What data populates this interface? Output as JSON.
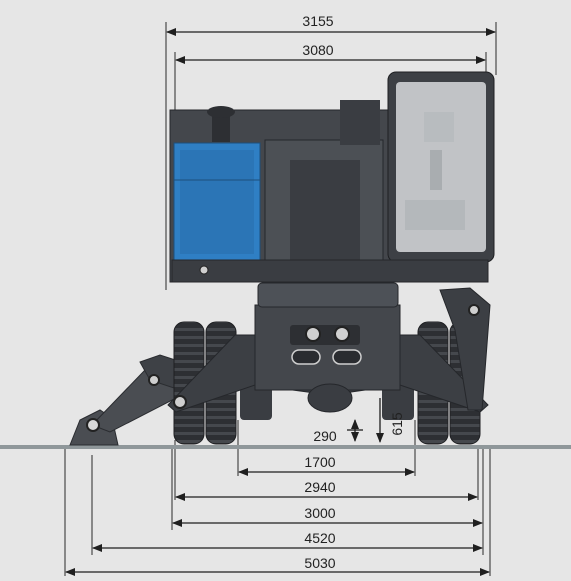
{
  "colors": {
    "background": "#e6e6e6",
    "ground": "#8f979a",
    "body_dark": "#3c3f44",
    "body_mid": "#54585e",
    "engine_blue": "#2f7fc4",
    "cab_glass": "#cfd2d4",
    "dimension_line": "#1f1f1f"
  },
  "dimensions": {
    "top_width_outer": "3155",
    "top_width_inner": "3080",
    "track_1700": "1700",
    "track_2940": "2940",
    "width_3000": "3000",
    "support_4520": "4520",
    "support_5030": "5030",
    "ground_clearance": "290",
    "height_615": "615"
  }
}
